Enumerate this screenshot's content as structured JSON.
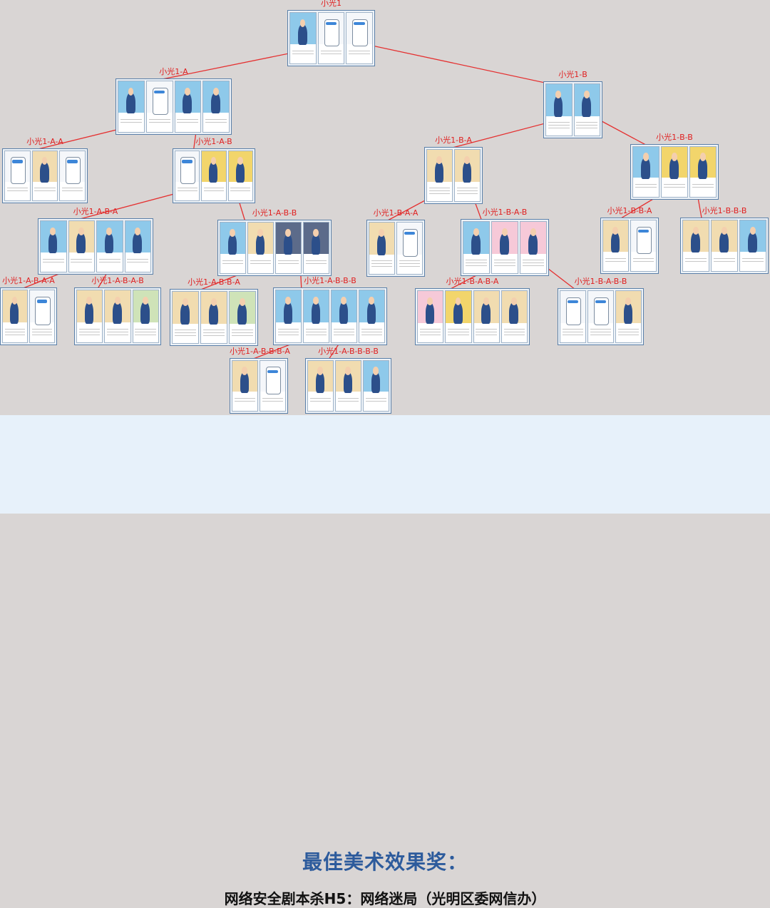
{
  "nodes": [
    {
      "id": "r",
      "label": "小光1",
      "panels": [
        "blue",
        "phone",
        "phone"
      ]
    },
    {
      "id": "a",
      "label": "小光1-A",
      "panels": [
        "blue",
        "phone",
        "blue",
        "blue"
      ]
    },
    {
      "id": "b",
      "label": "小光1-B",
      "panels": [
        "blue",
        "blue"
      ]
    },
    {
      "id": "aa",
      "label": "小光1-A-A",
      "panels": [
        "phone",
        "beige",
        "phone"
      ]
    },
    {
      "id": "ab",
      "label": "小光1-A-B",
      "panels": [
        "phone",
        "yellow",
        "yellow"
      ]
    },
    {
      "id": "ba",
      "label": "小光1-B-A",
      "panels": [
        "beige",
        "beige"
      ]
    },
    {
      "id": "bb",
      "label": "小光1-B-B",
      "panels": [
        "blue",
        "yellow",
        "yellow"
      ]
    },
    {
      "id": "aba",
      "label": "小光1-A-B-A",
      "panels": [
        "blue",
        "beige",
        "blue",
        "blue"
      ]
    },
    {
      "id": "abb",
      "label": "小光1-A-B-B",
      "panels": [
        "blue",
        "beige",
        "dark",
        "dark"
      ]
    },
    {
      "id": "baa",
      "label": "小光1-B-A-A",
      "panels": [
        "beige",
        "phone"
      ]
    },
    {
      "id": "bab",
      "label": "小光1-B-A-B",
      "panels": [
        "blue",
        "pink",
        "pink"
      ]
    },
    {
      "id": "bba",
      "label": "小光1-B-B-A",
      "panels": [
        "beige",
        "phone"
      ]
    },
    {
      "id": "bbb",
      "label": "小光1-B-B-B",
      "panels": [
        "beige",
        "beige",
        "blue"
      ]
    },
    {
      "id": "abaa",
      "label": "小光1-A-B-A-A",
      "panels": [
        "beige",
        "phone"
      ]
    },
    {
      "id": "abab",
      "label": "小光1-A-B-A-B",
      "panels": [
        "beige",
        "beige",
        "green"
      ]
    },
    {
      "id": "abba",
      "label": "小光1-A-B-B-A",
      "panels": [
        "beige",
        "beige",
        "green"
      ]
    },
    {
      "id": "abbb",
      "label": "小光1-A-B-B-B",
      "panels": [
        "blue",
        "blue",
        "blue",
        "blue"
      ]
    },
    {
      "id": "baba",
      "label": "小光1-B-A-B-A",
      "panels": [
        "pink",
        "yellow",
        "beige",
        "beige"
      ]
    },
    {
      "id": "babb",
      "label": "小光1-B-A-B-B",
      "panels": [
        "phone",
        "phone",
        "beige"
      ]
    },
    {
      "id": "abbba",
      "label": "小光1-A-B-B-B-A",
      "panels": [
        "beige",
        "phone"
      ]
    },
    {
      "id": "abbbb",
      "label": "小光1-A-B-B-B-B",
      "panels": [
        "beige",
        "beige",
        "blue"
      ]
    }
  ],
  "edges": [
    [
      "r",
      "a"
    ],
    [
      "r",
      "b"
    ],
    [
      "a",
      "aa"
    ],
    [
      "a",
      "ab"
    ],
    [
      "b",
      "ba"
    ],
    [
      "b",
      "bb"
    ],
    [
      "ab",
      "aba"
    ],
    [
      "ab",
      "abb"
    ],
    [
      "ba",
      "baa"
    ],
    [
      "ba",
      "bab"
    ],
    [
      "bb",
      "bba"
    ],
    [
      "bb",
      "bbb"
    ],
    [
      "aba",
      "abaa"
    ],
    [
      "aba",
      "abab"
    ],
    [
      "abb",
      "abba"
    ],
    [
      "abb",
      "abbb"
    ],
    [
      "bab",
      "baba"
    ],
    [
      "bab",
      "babb"
    ],
    [
      "abbb",
      "abbba"
    ],
    [
      "abbb",
      "abbbb"
    ]
  ],
  "colors": {
    "edge": "#e53030",
    "label": "#e02020",
    "award": "#2d5b9c",
    "footer_bg": "#e7f1fa",
    "panel_blue": "#8ec9ea",
    "panel_beige": "#f1dcb0",
    "panel_yellow": "#f2d56b",
    "panel_pink": "#f6c9d8",
    "panel_dark": "#5c6b8a",
    "panel_green": "#cfe3b8"
  },
  "footer": {
    "award": "最佳美术效果奖：",
    "work": "网络安全剧本杀H5：网络迷局（光明区委网信办）"
  }
}
